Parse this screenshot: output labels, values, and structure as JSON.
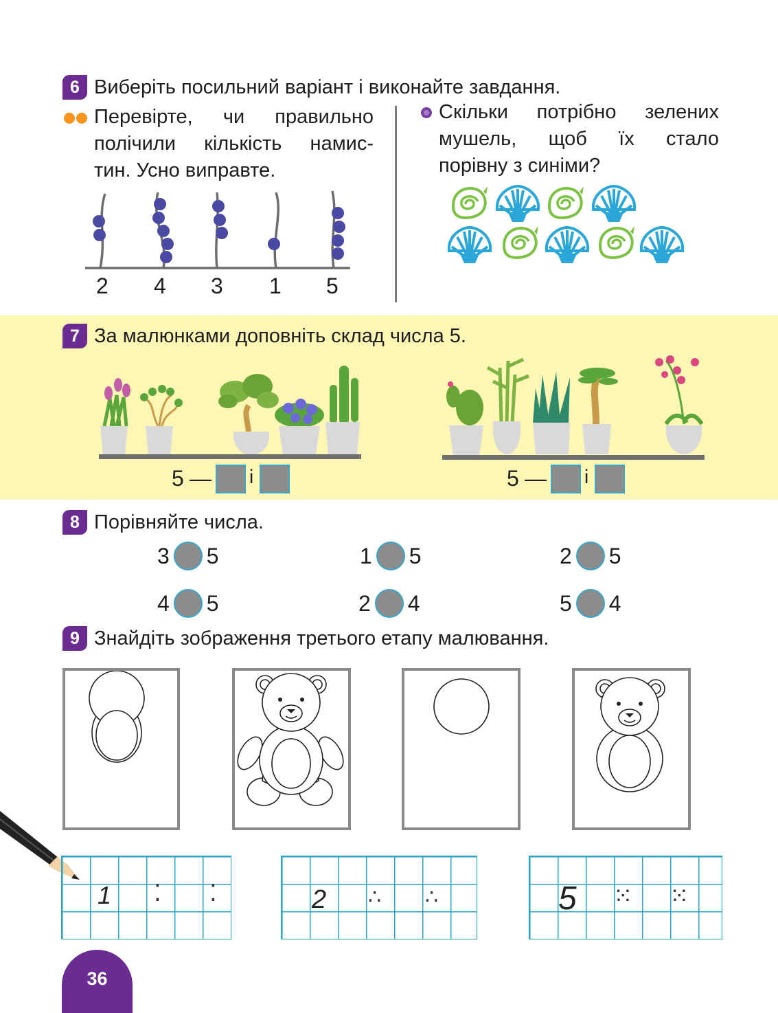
{
  "task6": {
    "number": "6",
    "title": "Виберіть посильний варіант і виконайте завдання.",
    "left_lines": [
      "Перевірте, чи правильно",
      "полічили кількість намис-",
      "тин. Усно виправте."
    ],
    "right_lines": [
      "Скільки потрібно зелених",
      "мушель, щоб їх стало",
      "порівну з синіми?"
    ],
    "bead_labels": [
      "2",
      "4",
      "3",
      "1",
      "5"
    ],
    "shells_row1": [
      "green",
      "blue",
      "green",
      "blue"
    ],
    "shells_row2": [
      "blue",
      "green",
      "blue",
      "green",
      "blue"
    ]
  },
  "task7": {
    "number": "7",
    "title": "За малюнками доповніть склад числа 5.",
    "left_eq": {
      "num": "5",
      "dash": "—",
      "and": "і"
    },
    "right_eq": {
      "num": "5",
      "dash": "—",
      "and": "і"
    }
  },
  "task8": {
    "number": "8",
    "title": "Порівняйте числа.",
    "pairs": [
      {
        "a": "3",
        "b": "5"
      },
      {
        "a": "1",
        "b": "5"
      },
      {
        "a": "2",
        "b": "5"
      },
      {
        "a": "4",
        "b": "5"
      },
      {
        "a": "2",
        "b": "4"
      },
      {
        "a": "5",
        "b": "4"
      }
    ]
  },
  "task9": {
    "number": "9",
    "title": "Знайдіть зображення третього етапу малювання."
  },
  "copybook": {
    "digits": [
      "1",
      "2",
      "5"
    ]
  },
  "page_number": "36",
  "colors": {
    "accent": "#6b2c91",
    "highlight": "#fdf6b5",
    "grid": "#29a3c8",
    "bead": "#4b4aa3"
  }
}
